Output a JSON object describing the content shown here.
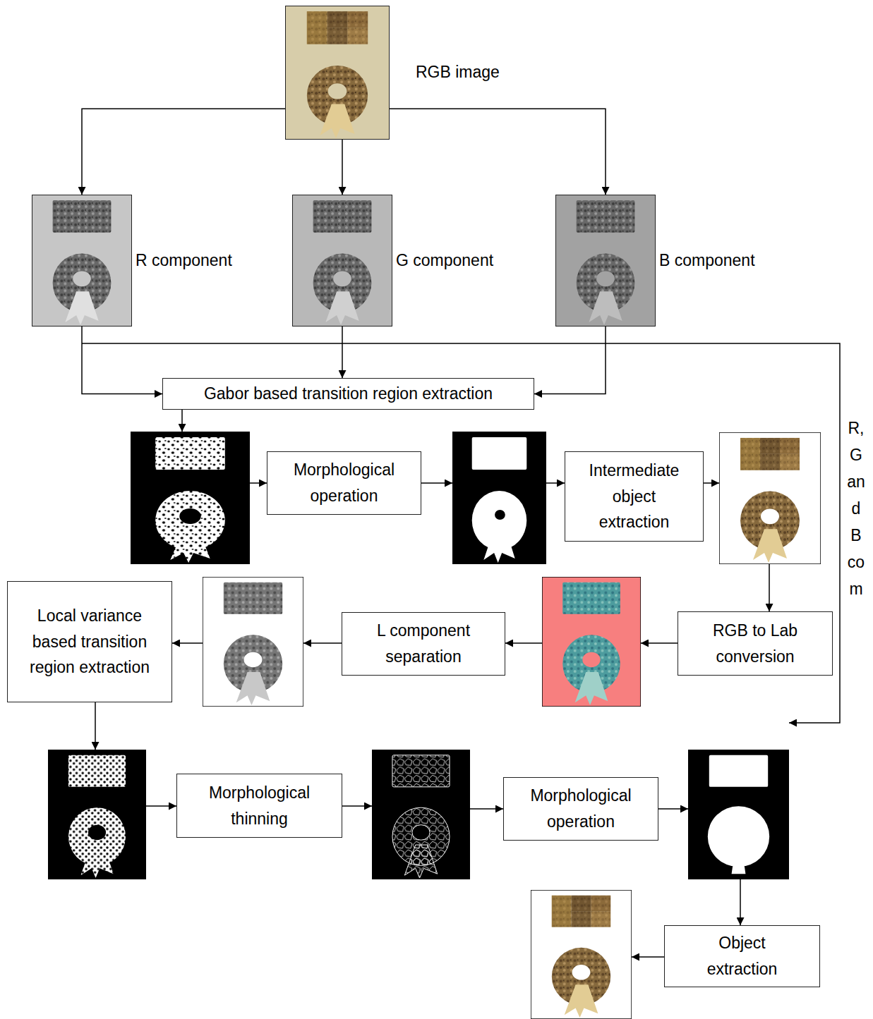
{
  "diagram": {
    "nodes": [
      {
        "text": [
          "RGB image"
        ]
      },
      {
        "text": [
          "R component"
        ]
      },
      {
        "text": [
          "G component"
        ]
      },
      {
        "text": [
          "B component"
        ]
      },
      {
        "text": [
          "Gabor based transition region extraction"
        ]
      },
      {
        "text": [
          "Morphological operation"
        ]
      },
      {
        "text": [
          "Intermediate object extraction"
        ]
      },
      {
        "text": [
          "RGB to Lab conversion"
        ]
      },
      {
        "text": [
          "L component separation"
        ]
      },
      {
        "text": [
          "Local variance based transition region extraction"
        ]
      },
      {
        "text": [
          "Morphological thinning"
        ]
      },
      {
        "text": [
          "Morphological operation"
        ]
      },
      {
        "text": [
          "Object extraction"
        ]
      }
    ],
    "edges": [
      {
        "from": 0,
        "to": 1,
        "arrow": "to"
      },
      {
        "from": 0,
        "to": 2,
        "arrow": "to"
      },
      {
        "from": 0,
        "to": 3,
        "arrow": "to"
      },
      {
        "from": 1,
        "to": 4,
        "arrow": "to"
      },
      {
        "from": 2,
        "to": 4,
        "arrow": "to"
      },
      {
        "from": 3,
        "to": 4,
        "arrow": "to"
      }
    ],
    "labels": [
      "R, G and B com"
    ]
  }
}
